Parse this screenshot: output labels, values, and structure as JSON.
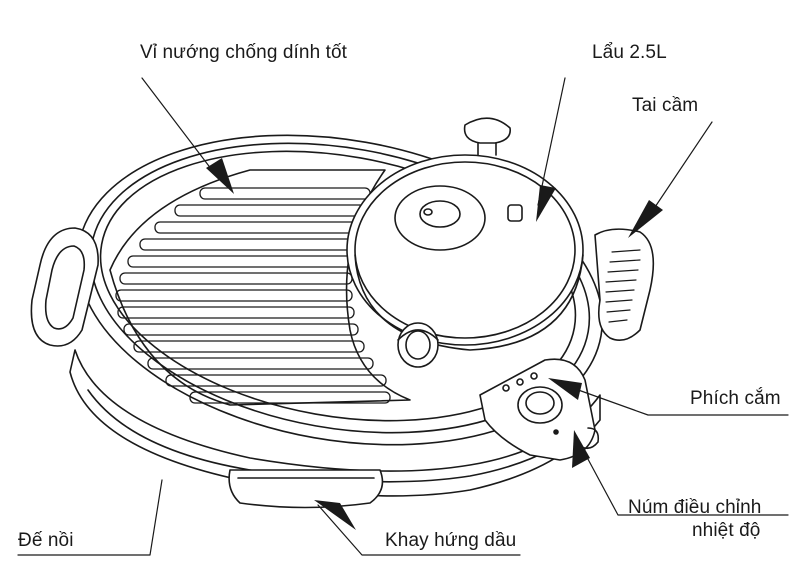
{
  "labels": {
    "grill": "Vỉ nướng chống dính tốt",
    "pot": "Lẩu  2.5L",
    "handle": "Tai cầm",
    "plug": "Phích cắm",
    "knob_line1": "Núm điều chỉnh",
    "knob_line2": "nhiệt độ",
    "base": "Đế nồi",
    "drip_tray": "Khay hứng dầu"
  },
  "colors": {
    "line": "#1a1a1a",
    "background": "#ffffff"
  }
}
